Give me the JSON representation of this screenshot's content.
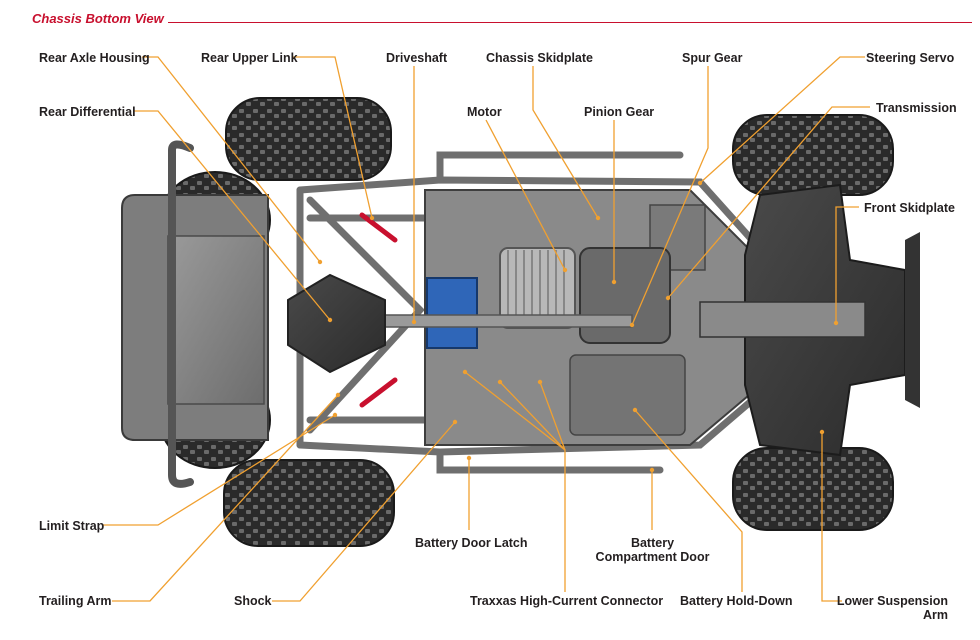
{
  "title": "Chassis Bottom View",
  "labels": {
    "rear_axle_housing": "Rear Axle Housing",
    "rear_upper_link": "Rear Upper Link",
    "driveshaft": "Driveshaft",
    "chassis_skidplate": "Chassis Skidplate",
    "spur_gear": "Spur Gear",
    "steering_servo": "Steering Servo",
    "rear_differential": "Rear Differential",
    "motor": "Motor",
    "pinion_gear": "Pinion Gear",
    "transmission": "Transmission",
    "front_skidplate": "Front Skidplate",
    "limit_strap": "Limit Strap",
    "battery_door_latch": "Battery Door Latch",
    "battery_compartment_door_1": "Battery",
    "battery_compartment_door_2": "Compartment Door",
    "trailing_arm": "Trailing Arm",
    "shock": "Shock",
    "traxxas_connector": "Traxxas High-Current Connector",
    "battery_hold_down": "Battery Hold-Down",
    "lower_suspension_arm_1": "Lower Suspension",
    "lower_suspension_arm_2": "Arm"
  },
  "colors": {
    "title": "#c8102e",
    "leader": "#f0a030",
    "label_text": "#231f20"
  }
}
